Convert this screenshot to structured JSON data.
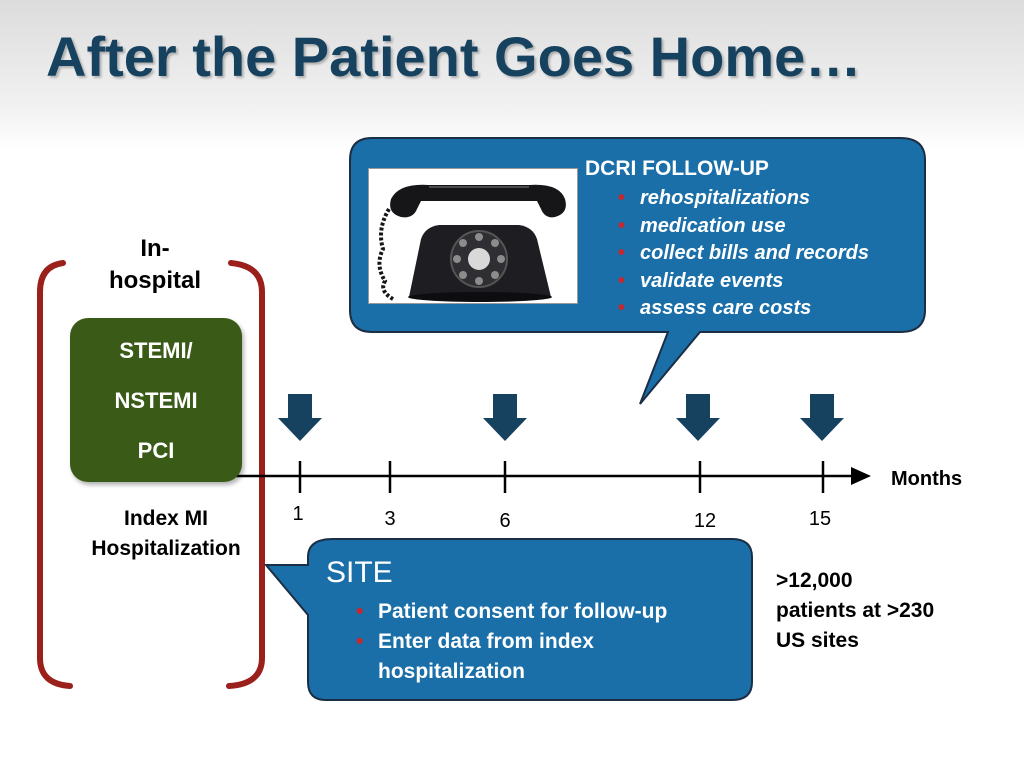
{
  "title": "After the Patient Goes Home…",
  "in_hospital_label": [
    "In-",
    "hospital"
  ],
  "procedures": [
    "STEMI/",
    "NSTEMI",
    "PCI"
  ],
  "index_label": [
    "Index MI",
    "Hospitalization"
  ],
  "timeline": {
    "axis_label": "Months",
    "ticks": [
      "1",
      "3",
      "6",
      "12",
      "15"
    ]
  },
  "dcri": {
    "title": "DCRI FOLLOW-UP",
    "items": [
      "rehospitalizations",
      "medication use",
      "collect bills and records",
      "validate events",
      "assess care costs"
    ]
  },
  "site": {
    "title": "SITE",
    "items": [
      "Patient consent for follow-up",
      "Enter data from index hospitalization"
    ]
  },
  "stats": [
    ">12,000",
    "patients at >230",
    "US sites"
  ],
  "colors": {
    "title": "#17425f",
    "callout_fill": "#1a6fa8",
    "callout_stroke": "#1c2e44",
    "green_box": "#3a5a17",
    "bracket": "#9b1f1a",
    "arrow": "#17425f",
    "bullet": "#c8282d"
  },
  "icons": {
    "phone": "rotary-telephone-icon",
    "follow_up_arrow": "down-arrow-icon"
  }
}
